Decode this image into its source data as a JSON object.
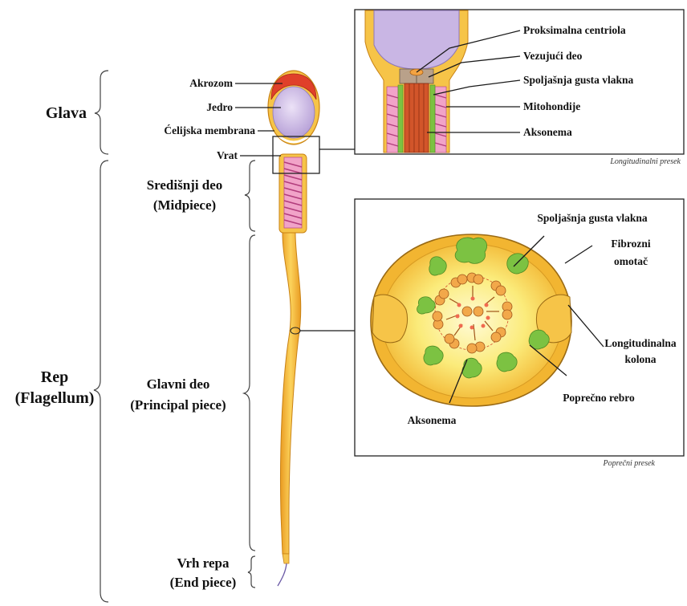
{
  "regions": {
    "glava": "Glava",
    "rep_line1": "Rep",
    "rep_line2": "(Flagellum)",
    "sredisnji_line1": "Središnji deo",
    "sredisnji_line2": "(Midpiece)",
    "glavni_line1": "Glavni deo",
    "glavni_line2": "(Principal piece)",
    "vrh_line1": "Vrh repa",
    "vrh_line2": "(End piece)"
  },
  "head_labels": {
    "akrozom": "Akrozom",
    "jedro": "Jedro",
    "membrana": "Ćelijska membrana",
    "vrat": "Vrat"
  },
  "longitudinal": {
    "proksimalna": "Proksimalna centriola",
    "vezujuci": "Vezujući deo",
    "spoljasnja": "Spoljašnja gusta vlakna",
    "mitohondije": "Mitohondije",
    "aksonema": "Aksonema",
    "caption": "Longitudinalni presek"
  },
  "cross": {
    "spoljasnja": "Spoljašnja gusta vlakna",
    "fibrozni_line1": "Fibrozni",
    "fibrozni_line2": "omotač",
    "longitudinalna_line1": "Longitudinalna",
    "longitudinalna_line2": "kolona",
    "poprecno_rebro": "Poprečno rebro",
    "aksonema": "Aksonema",
    "caption": "Poprečni presek"
  },
  "colors": {
    "tail": "#f4b63a",
    "tail_light": "#fbd25a",
    "nucleus": "#c9b6e4",
    "acrosome": "#e0402a",
    "mitochondria": "#d9609a",
    "fiber_green": "#7cc242",
    "axoneme": "#d2552a"
  }
}
